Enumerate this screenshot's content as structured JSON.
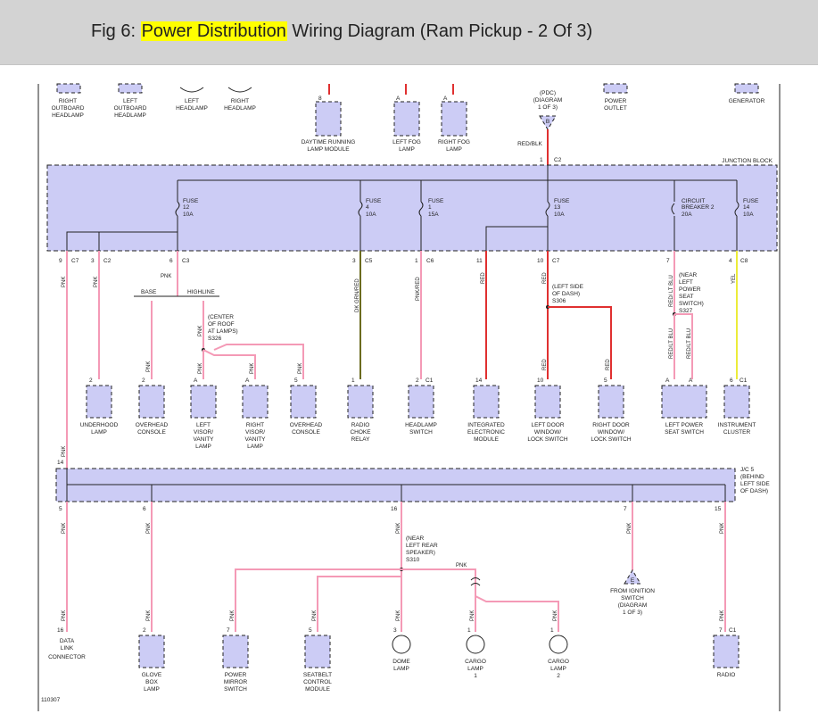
{
  "header": {
    "prefix": "Fig 6: ",
    "highlight": "Power Distribution",
    "suffix": " Wiring Diagram (Ram Pickup - 2 Of 3)"
  },
  "top_components": [
    {
      "id": "rh-outboard",
      "lines": [
        "RIGHT",
        "OUTBOARD",
        "HEADLAMP"
      ]
    },
    {
      "id": "lh-outboard",
      "lines": [
        "LEFT",
        "OUTBOARD",
        "HEADLAMP"
      ]
    },
    {
      "id": "left-hl",
      "lines": [
        "LEFT",
        "HEADLAMP"
      ]
    },
    {
      "id": "right-hl",
      "lines": [
        "RIGHT",
        "HEADLAMP"
      ]
    },
    {
      "id": "drl",
      "pin": "8",
      "lines": [
        "DAYTIME RUNNING",
        "LAMP MODULE"
      ]
    },
    {
      "id": "lfog",
      "pin": "A",
      "lines": [
        "LEFT FOG",
        "LAMP"
      ]
    },
    {
      "id": "rfog",
      "pin": "A",
      "lines": [
        "RIGHT FOG",
        "LAMP"
      ]
    },
    {
      "id": "pdc",
      "lines": [
        "(PDC)",
        "(DIAGRAM",
        "1 OF 3)"
      ]
    },
    {
      "id": "outlet",
      "lines": [
        "POWER",
        "OUTLET"
      ]
    },
    {
      "id": "generator",
      "lines": [
        "GENERATOR"
      ]
    }
  ],
  "pdc_connector": {
    "letter": "B",
    "wire": "RED/BLK",
    "pin": "1",
    "conn": "C2"
  },
  "junction_block": {
    "label": "JUNCTION BLOCK",
    "fuses": [
      {
        "id": "f12",
        "lines": [
          "FUSE",
          "12",
          "10A"
        ]
      },
      {
        "id": "f4",
        "lines": [
          "FUSE",
          "4",
          "10A"
        ]
      },
      {
        "id": "f1",
        "lines": [
          "FUSE",
          "1",
          "15A"
        ]
      },
      {
        "id": "f13",
        "lines": [
          "FUSE",
          "13",
          "10A"
        ]
      },
      {
        "id": "cb2",
        "lines": [
          "CIRCUIT",
          "BREAKER 2",
          "20A"
        ]
      },
      {
        "id": "f14",
        "lines": [
          "FUSE",
          "14",
          "10A"
        ]
      }
    ],
    "outputs": [
      {
        "pin": "9",
        "conn": "C7"
      },
      {
        "pin": "3",
        "conn": "C2"
      },
      {
        "pin": "6",
        "conn": "C3"
      },
      {
        "pin": "3",
        "conn": "C5"
      },
      {
        "pin": "1",
        "conn": "C6"
      },
      {
        "pin": "11",
        "conn": ""
      },
      {
        "pin": "10",
        "conn": "C7"
      },
      {
        "pin": "7",
        "conn": ""
      },
      {
        "pin": "4",
        "conn": "C8"
      }
    ]
  },
  "wires": {
    "pnk": "PNK",
    "dkgrn": "DK GRN/RED",
    "pnkred": "PNK/RED",
    "red": "RED",
    "redltblu": "RED/ LT BLU",
    "redltblu2": "RED/LT BLU",
    "yel": "YEL"
  },
  "splices": {
    "highline": {
      "base": "BASE",
      "high": "HIGHLINE"
    },
    "s326": [
      "(CENTER",
      "OF ROOF",
      "AT LAMPS)",
      "S326"
    ],
    "s306": [
      "(LEFT SIDE",
      "OF DASH)",
      "S306"
    ],
    "s327": [
      "(NEAR",
      "LEFT",
      "POWER",
      "SEAT",
      "SWITCH)",
      "S327"
    ],
    "s310": [
      "(NEAR",
      "LEFT REAR",
      "SPEAKER)",
      "S310"
    ]
  },
  "mid_components": [
    {
      "id": "underhood",
      "pin": "2",
      "lines": [
        "UNDERHOOD",
        "LAMP"
      ]
    },
    {
      "id": "ohc-base",
      "pin": "2",
      "lines": [
        "OVERHEAD",
        "CONSOLE"
      ]
    },
    {
      "id": "lvisor",
      "pin": "A",
      "lines": [
        "LEFT",
        "VISOR/",
        "VANITY",
        "LAMP"
      ]
    },
    {
      "id": "rvisor",
      "pin": "A",
      "lines": [
        "RIGHT",
        "VISOR/",
        "VANITY",
        "LAMP"
      ]
    },
    {
      "id": "ohc-high",
      "pin": "5",
      "lines": [
        "OVERHEAD",
        "CONSOLE"
      ]
    },
    {
      "id": "radio-choke",
      "pin": "1",
      "lines": [
        "RADIO",
        "CHOKE",
        "RELAY"
      ]
    },
    {
      "id": "hl-switch",
      "pin": "2",
      "conn": "C1",
      "lines": [
        "HEADLAMP",
        "SWITCH"
      ]
    },
    {
      "id": "iem",
      "pin": "14",
      "lines": [
        "INTEGRATED",
        "ELECTRONIC",
        "MODULE"
      ]
    },
    {
      "id": "ldoor",
      "pin": "10",
      "lines": [
        "LEFT DOOR",
        "WINDOW/",
        "LOCK SWITCH"
      ]
    },
    {
      "id": "rdoor",
      "pin": "5",
      "lines": [
        "RIGHT DOOR",
        "WINDOW/",
        "LOCK SWITCH"
      ]
    },
    {
      "id": "lseat",
      "pin": "A",
      "pin2": "A",
      "lines": [
        "LEFT POWER",
        "SEAT SWITCH"
      ]
    },
    {
      "id": "cluster",
      "pin": "6",
      "conn": "C1",
      "lines": [
        "INSTRUMENT",
        "CLUSTER"
      ]
    }
  ],
  "jc5": {
    "label": [
      "J/C 5",
      "(BEHIND",
      "LEFT SIDE",
      "OF DASH)"
    ],
    "in_pin": "14",
    "out_pins": [
      "5",
      "6",
      "16",
      "7",
      "15"
    ]
  },
  "ign": {
    "letter": "E",
    "lines": [
      "FROM IGNITION",
      "SWITCH",
      "(DIAGRAM",
      "1 OF 3)"
    ]
  },
  "bottom_components": [
    {
      "id": "dlc",
      "pin": "16",
      "lines": [
        "DATA",
        "LINK",
        "CONNECTOR"
      ]
    },
    {
      "id": "glove",
      "pin": "2",
      "lines": [
        "GLOVE",
        "BOX",
        "LAMP"
      ]
    },
    {
      "id": "mirror",
      "pin": "7",
      "lines": [
        "POWER",
        "MIRROR",
        "SWITCH"
      ]
    },
    {
      "id": "seatbelt",
      "pin": "5",
      "lines": [
        "SEATBELT",
        "CONTROL",
        "MODULE"
      ]
    },
    {
      "id": "dome",
      "pin": "3",
      "lines": [
        "DOME",
        "LAMP"
      ]
    },
    {
      "id": "cargo1",
      "pin": "1",
      "lines": [
        "CARGO",
        "LAMP",
        "1"
      ]
    },
    {
      "id": "cargo2",
      "pin": "1",
      "lines": [
        "CARGO",
        "LAMP",
        "2"
      ]
    },
    {
      "id": "radio",
      "pin": "7",
      "conn": "C1",
      "lines": [
        "RADIO"
      ]
    }
  ],
  "fig_number": "110307"
}
